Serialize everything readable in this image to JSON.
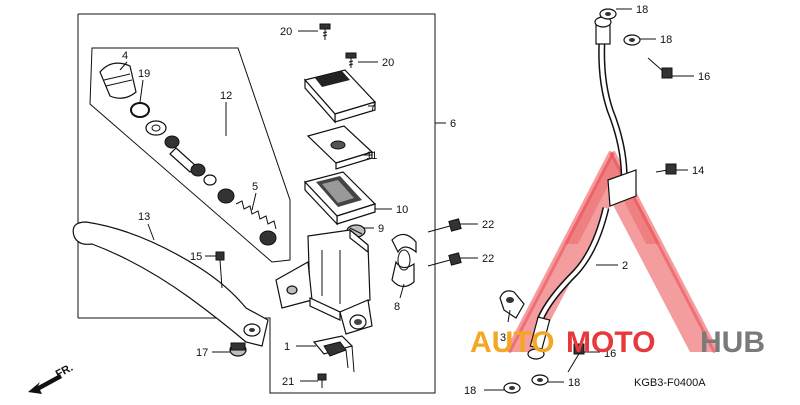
{
  "diagram": {
    "code": "KGB3-F0400A",
    "direction_label": "FR.",
    "callouts": [
      {
        "id": "c18a",
        "label": "18"
      },
      {
        "id": "c18b",
        "label": "18"
      },
      {
        "id": "c16a",
        "label": "16"
      },
      {
        "id": "c14",
        "label": "14"
      },
      {
        "id": "c2",
        "label": "2"
      },
      {
        "id": "c3",
        "label": "3"
      },
      {
        "id": "c16b",
        "label": "16"
      },
      {
        "id": "c18c",
        "label": "18"
      },
      {
        "id": "c18d",
        "label": "18"
      },
      {
        "id": "c20a",
        "label": "20"
      },
      {
        "id": "c20b",
        "label": "20"
      },
      {
        "id": "c7",
        "label": "7"
      },
      {
        "id": "c6",
        "label": "6"
      },
      {
        "id": "c11",
        "label": "11"
      },
      {
        "id": "c10",
        "label": "10"
      },
      {
        "id": "c9",
        "label": "9"
      },
      {
        "id": "c22a",
        "label": "22"
      },
      {
        "id": "c22b",
        "label": "22"
      },
      {
        "id": "c8",
        "label": "8"
      },
      {
        "id": "c1",
        "label": "1"
      },
      {
        "id": "c21",
        "label": "21"
      },
      {
        "id": "c4",
        "label": "4"
      },
      {
        "id": "c19",
        "label": "19"
      },
      {
        "id": "c12",
        "label": "12"
      },
      {
        "id": "c5",
        "label": "5"
      },
      {
        "id": "c13",
        "label": "13"
      },
      {
        "id": "c15",
        "label": "15"
      },
      {
        "id": "c17",
        "label": "17"
      }
    ]
  },
  "watermark": {
    "word_a": "AUTO",
    "word_b": "MOTO",
    "word_c": "HUB",
    "color_orange": "#f5a623",
    "color_red": "#e8383d",
    "color_gray": "#7a7a7a"
  }
}
